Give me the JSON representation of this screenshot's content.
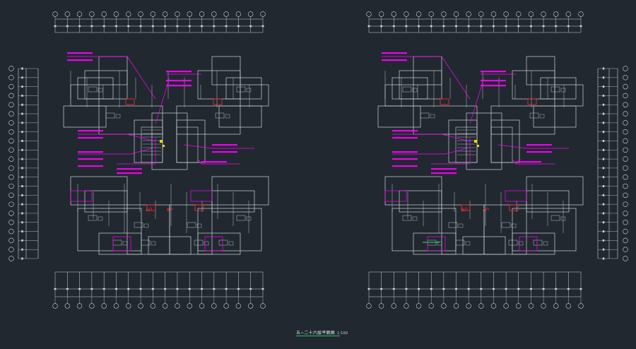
{
  "drawing": {
    "title": "五~二十六层平面图",
    "scale": "1:100",
    "colors": {
      "background": "#212830",
      "lines": "#cfd4da",
      "annotation": "#ff00ff",
      "red": "#ff2d2d",
      "yellow": "#ffd400",
      "green": "#22c55e"
    },
    "icons": [
      "axis-bubble-icon",
      "floor-plan-icon",
      "leader-line-icon"
    ],
    "left_plan": {
      "unit_labels": [
        "A户",
        "B户"
      ]
    },
    "right_plan": {
      "unit_labels": [
        "B户",
        "A户"
      ]
    }
  }
}
